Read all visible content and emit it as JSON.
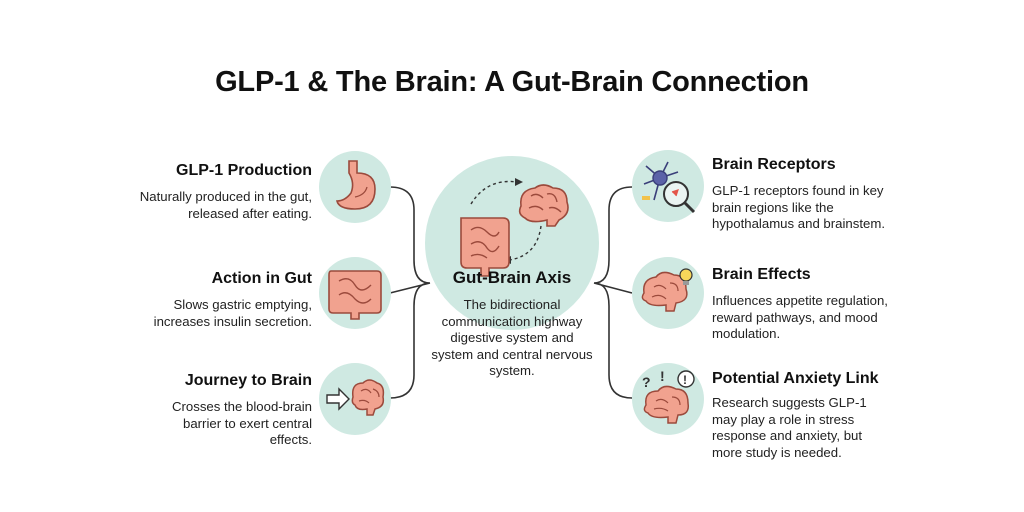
{
  "title": "GLP-1 & The Brain: A Gut-Brain Connection",
  "colors": {
    "circle": "#cfe9e2",
    "organ": "#f1a28f",
    "organ_stroke": "#9b4a3c",
    "line": "#333333"
  },
  "center": {
    "title": "Gut-Brain Axis",
    "description": "The bidirectional communication highway digestive system and system and central nervous system.",
    "icons": [
      "intestine-icon",
      "brain-icon",
      "cycle-arrows-icon"
    ]
  },
  "left": [
    {
      "title": "GLP-1 Production",
      "description": "Naturally produced in the gut, released after eating.",
      "icon": "stomach-icon"
    },
    {
      "title": "Action in Gut",
      "description": "Slows gastric emptying, increases insulin secretion.",
      "icon": "intestine-icon"
    },
    {
      "title": "Journey to Brain",
      "description": "Crosses the blood-brain barrier to exert central effects.",
      "icon": "arrow-brain-icon"
    }
  ],
  "right": [
    {
      "title": "Brain Receptors",
      "description": "GLP-1 receptors found in key brain regions like the hypothalamus and brainstem.",
      "icon": "neuron-magnifier-icon"
    },
    {
      "title": "Brain Effects",
      "description": "Influences appetite regulation, reward pathways, and mood modulation.",
      "icon": "brain-lightbulb-icon"
    },
    {
      "title": "Potential Anxiety Link",
      "description": "Research suggests GLP-1 may play a role in stress response and anxiety, but more study is needed.",
      "icon": "brain-question-icon"
    }
  ]
}
